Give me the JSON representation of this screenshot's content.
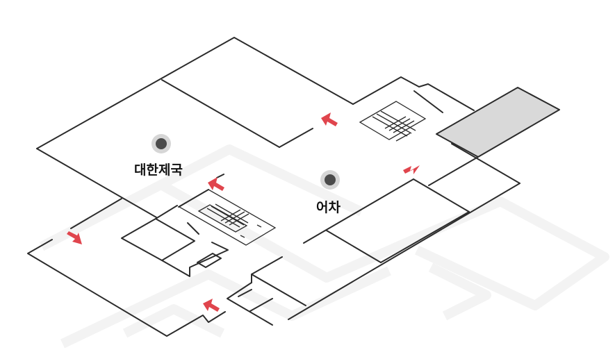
{
  "map": {
    "locations": [
      {
        "id": "daehanjeguk",
        "label": "대한제국"
      },
      {
        "id": "eocha",
        "label": "어차"
      }
    ],
    "colors": {
      "wall": "#2b2b2b",
      "arrow": "#e0454d",
      "highlight_room": "#d9d9d9",
      "marker_ring": "#d6d6d6",
      "marker_dot": "#4b4b4b",
      "lower_floor_ghost": "#f3f3f3"
    },
    "icons": [
      "direction-arrow-icon",
      "location-marker-icon",
      "stairs-icon"
    ]
  }
}
